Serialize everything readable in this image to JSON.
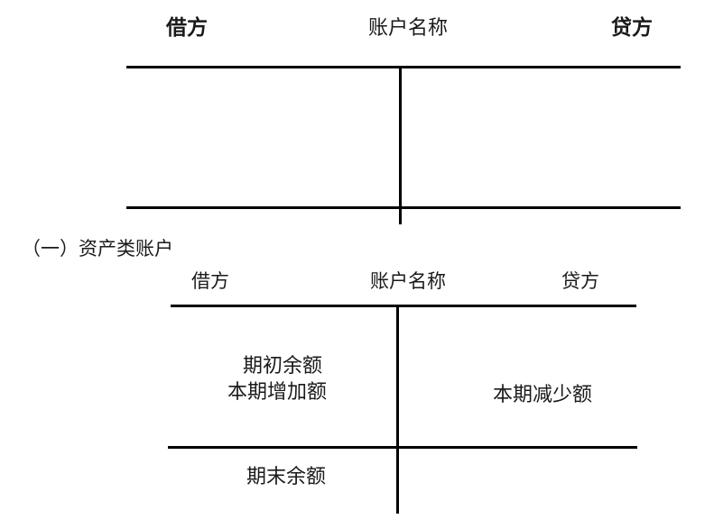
{
  "document": {
    "background": "#ffffff",
    "line_color": "#000000",
    "blank_t_account": {
      "debit": "借方",
      "account_name": "账户名称",
      "credit": "贷方"
    },
    "caption": "（一）资产类账户",
    "asset_t_account": {
      "debit": "借方",
      "account_name": "账户名称",
      "credit": "贷方",
      "debit_entries": [
        "期初余额",
        "本期增加额"
      ],
      "credit_entries": [
        "本期减少额"
      ],
      "ending_balance": "期末余额"
    }
  }
}
